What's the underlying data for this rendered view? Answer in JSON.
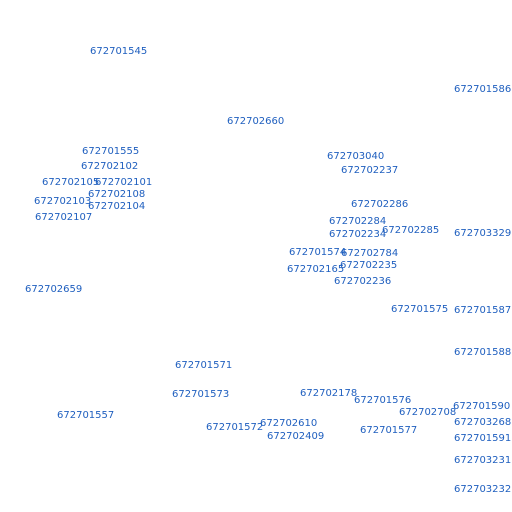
{
  "colors": {
    "label": "#1f5fbf",
    "background": "#ffffff"
  },
  "labels": [
    "672701545",
    "672701586",
    "672702660",
    "672701555",
    "672703040",
    "672702102",
    "672702237",
    "672702105",
    "672702101",
    "672702108",
    "672702103",
    "672702104",
    "672702286",
    "672702107",
    "672702284",
    "672702234",
    "672702285",
    "672703329",
    "672701574",
    "672702784",
    "672702165",
    "672702235",
    "672702236",
    "672702659",
    "672701575",
    "672701587",
    "672701588",
    "672701571",
    "672702178",
    "672701573",
    "672701576",
    "672702708",
    "672701590",
    "672701557",
    "672703268",
    "672702610",
    "672701572",
    "672701577",
    "672702409",
    "672701591",
    "672703231",
    "672703232"
  ]
}
